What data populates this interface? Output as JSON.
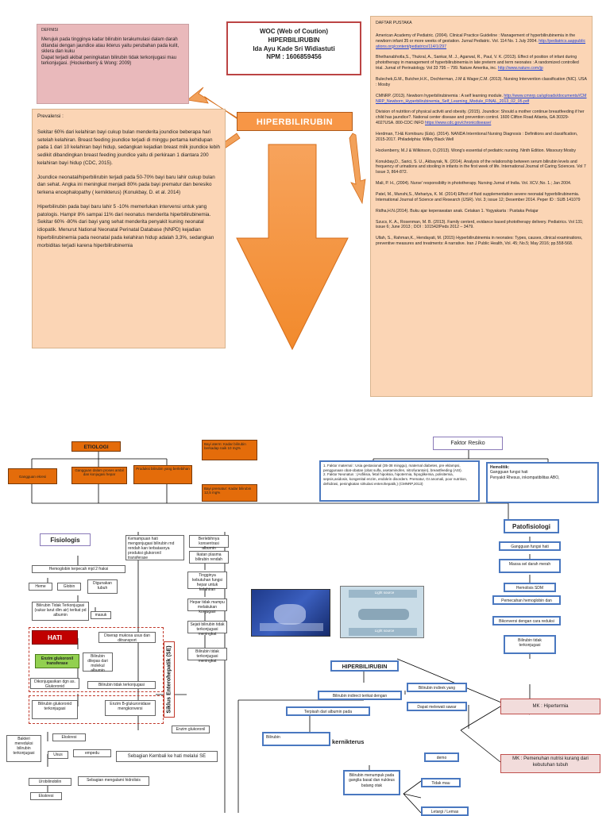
{
  "definisi": {
    "heading": "DEFINISI",
    "p1": "Merujuk pada tingginya kadar bilirubin terakumulasi dalam darah ditandai dengan jaundice atau ikterus yaitu perubahan pada kulit, sklera dan kuku",
    "p2": "Dapat terjadi akibat peningkatan bilirubin  tidak terkonjugasi mau terkonjugasi. (Hockenberry & Wong: 2009)"
  },
  "woc": {
    "line1": "WOC (Web of Coution)",
    "line2": "HIPERBILIRUBIN",
    "line3": "Ida Ayu Kade Sri Widiastuti",
    "line4": "NPM : 1606859456"
  },
  "center_title": "HIPERBILIRUBIN",
  "prevalensi": {
    "heading": "Prevalensi :",
    "p1": "Sekitar 60% dari kelahiran bayi cukup bulan menderita joundice beberapa hari setelah kelahiran. Breast feeding joundice terjadi di minggu pertama kehidupan pada 1 dari 10 kelahiran bayi hidup, sedangkan kejadian breast milk joundice lebih sedikit dibandingkan breast feeding joundice yaitu di perkiraan 1 diantara 200 kelahiran bayi hidup (CDC, 2015).",
    "p2": "Joundice neonatal/hiperbilirubin terjadi pada 50-70% bayi baru lahir cukup bulan dan sehat. Angka ini meningkat menjadi 80% pada bayi prematur dan beresiko terkena encephalopathy ( kernikterus) (Konukbay, D. et al. 2014)",
    "p3": "Hiperbilirubin pada bayi baru lahir 5 -10% memerlukan intervensi untuk yang patologis. Hampir 8% sampai 11% dari neonatus menderita hiperbilirubinemia. Sekitar 60% -80% dari bayi yang sehat menderita penyakit kuning neonatal idiopatik. Menurut National Neonatal Perinatal Database (NNPD) kejadian hiperbilirubinemia pada neonatal pada kelahiran hidup adalah 3,3%, sedangkan morbiditas terjadi karena hiperbilirubinemia"
  },
  "daftar_pustaka": {
    "heading": "DAFTAR PUSTAKA",
    "refs": [
      {
        "text": "American Academy of Pediatric. (2004). Clinical Practice Guideline : Management of hyperbilirubinemia in the newborn infant 35 or more weeks of gestation. Jurnal Pediatric. Vol. 114 No. 1 July 2004.",
        "link": "http://pediatrics.aappublications.org/content/pediatrics/114/1/297"
      },
      {
        "text": "Bhethanabhotla,S., Thukral, A., Sankar, M. J., Agarwal, R., Paul, V. K. (2013). Effect of position of infant during phototherapy in management of hyperbilirubinemia in late preterm and term neonates : A randomized controlled trial. Jurnal of Perinatology. Vol 33 795 – 799. Nature Amerika, inc.",
        "link": "http://www.nature.com/jp"
      },
      {
        "text": "Bulechek,G.M., Butcher,H.K., Dochterman, J.M & Wager,C.M. (2013). Nursing Intervention classification (NIC). USA : Mosby",
        "link": ""
      },
      {
        "text": "CMNRP. (2013). Newborn hyperbilirubinemia : A self learning module.",
        "link": "http://www.cmnrp.ca/uploads/documents//CMNRP_Newborn_Hyperbilirubinemia_Self_Learning_Module_FINAL_2013_02_05.pdf"
      },
      {
        "text": "Division of nutrition of physical activiti and obesity. (2015). Joundice: Should a mother continue breastfeeding if her child has jaundice?. National center disease and prevention control. 1600 Clifton Road Atlanta, GA 30329-4027USA. 800-CDC INFO",
        "link": "https://www.cdc.gov/chronicdisease/"
      },
      {
        "text": "Herdman, T.H& Komitsuru (Eds). (2014). NANDA Interntional Nursing Diagnosis : Definitions and classification, 2015-2017. Philadelphia: Willey Black Well",
        "link": ""
      },
      {
        "text": "Hockenberry, M.J & Wilkinson, O.(2013). Wong's essential of pediatric nursing. Ninth Edition. Missoury:Mosby",
        "link": ""
      },
      {
        "text": "Konukbay,D., Sarici, S. U., Akbayrak, N. (2014). Analysis of the relationship between serum bilirubin levels and frequency of urinations and stooling in infants in the first week of life. International Journal of Caring Sciences. Vol 7 Issue 3, 864-872.",
        "link": ""
      },
      {
        "text": "Mali, P. H., (2004). Nurse' responsiblity in phototherapy. Nursing Jurnal of India. Vol. XCV.;No. 1.; Jan 2004.",
        "link": ""
      },
      {
        "text": "Patel, M., Munshi,S., Mehariya, K. M. (2014) Effect of fluid supplementation severe neonatal hyperbilirubinemia. International Journal of Science and Research (IJSR). Vol. 3; issue 12; Desember 2014. Peper ID : SUB 141079",
        "link": ""
      },
      {
        "text": "Ridha,H.N.(2014). Buku ajar keperawatan anak. Cetakan 1. Yogyakarta : Pustaka Pelajar",
        "link": ""
      },
      {
        "text": "Szucs, K. A., Rosenman, M. B. (2013). Family centerd, evidance based phototherapy delivery. Pediatrics. Vol 131; issue 6; June 2013 ; DOI : 101542/Peds 2012 – 3479.",
        "link": ""
      },
      {
        "text": "Ullah, S., Rahman,K., Hendayati, M. (2015) Hyperbilirubinemia in neonates: Types, causes, clinical examinations, preventive measures and treatments: A narrative. Iran J Public Health, Vol. 45; No.5; May 2016; pp.558-568.",
        "link": ""
      }
    ]
  },
  "etiologi": {
    "label": "ETIOLOGI",
    "items": [
      "Gangguan ekresi",
      "Gangguan dalam proses ambil dan konjugasi hepar",
      "Produksi bilirubin yang berlebihan"
    ],
    "side1": "Bayi aterm: Kadar bilirubin berkadap naik 10 mg%",
    "side2": "Bayi prematur: Kadar bilirubin 12,5 mg%"
  },
  "faktor_resiko": {
    "label": "Faktor Resiko",
    "list1": "1. Faktor maternal : Usia gestasional (35-38 minggu), maternal diabetes, pre eklampsi, penggunaan obat-obatan (obat sulfa, asetaminofen, nitrofurantoin), breastfeeding (ASI).\n2. Faktor Neonatus : (Asfiksia, fetal hipoksia, hipotermia, hipoglikemia, polisitemia, sepsis,asidosis, kongenital enzim, endokrin disorders. Prematur, GI anomali, poor nutrition, dehidrasi, peningkatan sirkulasi enterohepatik,) (CMNRP,2013)",
    "list2_title": "Hemolitik:",
    "list2": "Gangguan fungsi hati\nPenyakit Rhesus, inkompatibilitas ABO,"
  },
  "fisiologis": {
    "label": "Fisiologis",
    "b1": "Hemoglobin terpecah mjd 2 fraksi",
    "b2": "Heme",
    "b3": "Globin",
    "b4": "Digunakan tubuh",
    "b5": "Bilirubin Tidak Terkonjugasi (sukar larut dlm air) terikat pd albumin",
    "b6": "masuk",
    "hati": "HATI",
    "b7": "Diserap mukosa usus dan ditransport",
    "enzim": "Enzim glukoronil transferase",
    "b8": "Bilirubin dilepas dari molekul albumin",
    "b9": "Dikonjugasikan dgn as. Glukoronid",
    "b10": "Bilirubin tidak terkonjugasi",
    "b11": "Bilirubin glukoronid terkonjugasi",
    "b12": "Enzim B-glukuronidase mengkonversi",
    "b13": "Enzim glukoronil",
    "b14": "Ekskresi",
    "b15": "Bakteri mereduksi bilirubin terkonjugasi",
    "b16": "Usus",
    "b17": "empedu",
    "b18": "Sebagian Kembali ke hati melalui SE",
    "b19": "Urobilinobilin",
    "b20": "Sebagian mengalami hidrolisis",
    "b21": "Ekskresi",
    "siklus": "Siklus Enterohepatik (SE)"
  },
  "middle_chain": {
    "c1": "Kemampuan hati mengonjugasi bilirubin  rnd rendah kan terbatasnya produksi glukoronil transferase",
    "c2": "Berlebihnya konsentrasi albumin",
    "c3": "Ikatan plasma bilirubin rendah",
    "c4": "Tingginya kebutuhan fungsi hepar untuk kelahiran",
    "c5": "Hepar tidak mampu melakukan konjugasi",
    "c6": "Sejati bilirubin tidak terkonjugasi meningkat",
    "c7": "Bilirubin tidak terkonjugasi meningkat"
  },
  "photo_labels": {
    "light1": "Light source",
    "light2": "Light source"
  },
  "patofisiologi": {
    "label": "Patofisiologi",
    "items": [
      "Gangguan fungsi hati",
      "Massa sel darah merah",
      "Hemolisis SDM",
      "Pemecahan hemoglobin dan",
      "Bikonversi dengan cara reduksi",
      "Bilirubin tidak terkonjugasi"
    ]
  },
  "bottom_chain": {
    "hiper": "HIPERBILIRUBIN",
    "d1": "Bilirubin indirect terikat dengan",
    "d2": "Terpisah dari albumin pada",
    "d3": "Bilirubin indirek yang",
    "d4": "Dapat melewati sawar",
    "d5": "Bilirubin",
    "kernikterus": "kernikterus",
    "d6": "Bilirubin menumpuk pada ganglia basal dan nukleus batang otak",
    "d7": "demo",
    "d8": "Tidak mau",
    "d9": "Letargi / Lemas",
    "mk1": "MK : Hipertermia",
    "mk2": "MK : Pemenuhan nutrisi kurang dari kebutuhan tubuh"
  },
  "colors": {
    "pink": "#e9b9bb",
    "peach": "#fbd5b5",
    "orange_arrow": "#f79646",
    "dark_orange": "#e46c0a",
    "hati_red": "#c00000",
    "enzim_green": "#92d050"
  }
}
